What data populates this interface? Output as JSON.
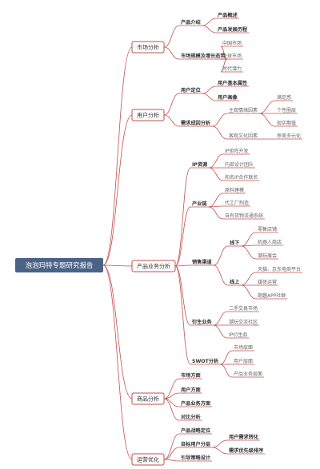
{
  "colors": {
    "root": "#4a6286",
    "branch": "#c0504d",
    "underline": "#c0504d"
  },
  "root": {
    "label": "泡泡玛特专题研究报告"
  },
  "branches": [
    {
      "id": "market",
      "label": "市场分析",
      "children": [
        {
          "id": "m1",
          "label": "产品介绍",
          "bold": true,
          "children": [
            {
              "id": "m1a",
              "label": "产品概述",
              "bold": true
            },
            {
              "id": "m1b",
              "label": "产品发展历程",
              "bold": true
            }
          ]
        },
        {
          "id": "m2",
          "label": "市场规模及增长态势",
          "bold": true,
          "children": [
            {
              "id": "m2a",
              "label": "中国市场"
            },
            {
              "id": "m2b",
              "label": "全球市场"
            },
            {
              "id": "m2c",
              "label": "时代潜力"
            }
          ]
        }
      ]
    },
    {
      "id": "user",
      "label": "用户分析",
      "children": [
        {
          "id": "u1",
          "label": "用户定位",
          "bold": true,
          "children": [
            {
              "id": "u1a",
              "label": "用户基本属性",
              "bold": true
            },
            {
              "id": "u1b",
              "label": "用户画像",
              "bold": true
            }
          ]
        },
        {
          "id": "u2",
          "label": "需求成因分析",
          "bold": true,
          "children": [
            {
              "id": "u2a",
              "label": "主观情绪因素",
              "children": [
                {
                  "id": "u2a1",
                  "label": "满足感"
                },
                {
                  "id": "u2a2",
                  "label": "个性圈层"
                },
                {
                  "id": "u2a3",
                  "label": "现实期值"
                }
              ]
            },
            {
              "id": "u2b",
              "label": "客观文化因素",
              "children": [
                {
                  "id": "u2b1",
                  "label": "审美多元化"
                }
              ]
            }
          ]
        }
      ]
    },
    {
      "id": "business",
      "label": "产品业务分析",
      "children": [
        {
          "id": "b1",
          "label": "IP资源",
          "bold": true,
          "children": [
            {
              "id": "b1a",
              "label": "IP矩阵开发"
            },
            {
              "id": "b1b",
              "label": "内部设计团队"
            },
            {
              "id": "b1c",
              "label": "和名IP合作联名"
            }
          ]
        },
        {
          "id": "b2",
          "label": "产业链",
          "bold": true,
          "children": [
            {
              "id": "b2a",
              "label": "原料建模"
            },
            {
              "id": "b2b",
              "label": "代工厂制造"
            },
            {
              "id": "b2c",
              "label": "自有货物流通系统"
            }
          ]
        },
        {
          "id": "b3",
          "label": "销售渠道",
          "bold": true,
          "children": [
            {
              "id": "b3a",
              "label": "线下",
              "bold": true,
              "children": [
                {
                  "id": "b3a1",
                  "label": "零售店铺"
                },
                {
                  "id": "b3a2",
                  "label": "机器人商店"
                },
                {
                  "id": "b3a3",
                  "label": "潮玩展会"
                }
              ]
            },
            {
              "id": "b3b",
              "label": "线上",
              "bold": true,
              "children": [
                {
                  "id": "b3b1",
                  "label": "天猫、京东电商平台"
                },
                {
                  "id": "b3b2",
                  "label": "媒体运营"
                },
                {
                  "id": "b3b3",
                  "label": "葩趣APP社群"
                }
              ]
            }
          ]
        },
        {
          "id": "b4",
          "label": "衍生业务",
          "bold": true,
          "children": [
            {
              "id": "b4a",
              "label": "二手交易市场"
            },
            {
              "id": "b4b",
              "label": "潮玩交流社区"
            },
            {
              "id": "b4c",
              "label": "IP衍生品"
            }
          ]
        },
        {
          "id": "b5",
          "label": "SWOT分析",
          "bold": true,
          "children": [
            {
              "id": "b5a",
              "label": "市场层面"
            },
            {
              "id": "b5b",
              "label": "用户层面"
            },
            {
              "id": "b5c",
              "label": "产品业务层面"
            }
          ]
        }
      ]
    },
    {
      "id": "goods",
      "label": "商品分析",
      "children": [
        {
          "id": "g1",
          "label": "市场方面",
          "bold": true
        },
        {
          "id": "g2",
          "label": "用户方面",
          "bold": true
        },
        {
          "id": "g3",
          "label": "产品业务方面",
          "bold": true
        },
        {
          "id": "g4",
          "label": "对比分析",
          "bold": true
        }
      ]
    },
    {
      "id": "ops",
      "label": "运营优化",
      "children": [
        {
          "id": "o1",
          "label": "产品战略定位",
          "bold": true
        },
        {
          "id": "o2",
          "label": "目标用户分层",
          "bold": true,
          "children": [
            {
              "id": "o2a",
              "label": "用户需求转化",
              "bold": true
            },
            {
              "id": "o2b",
              "label": "需求优先级排序",
              "bold": true
            }
          ]
        },
        {
          "id": "o3",
          "label": "引导策略设计",
          "bold": true
        }
      ]
    }
  ]
}
